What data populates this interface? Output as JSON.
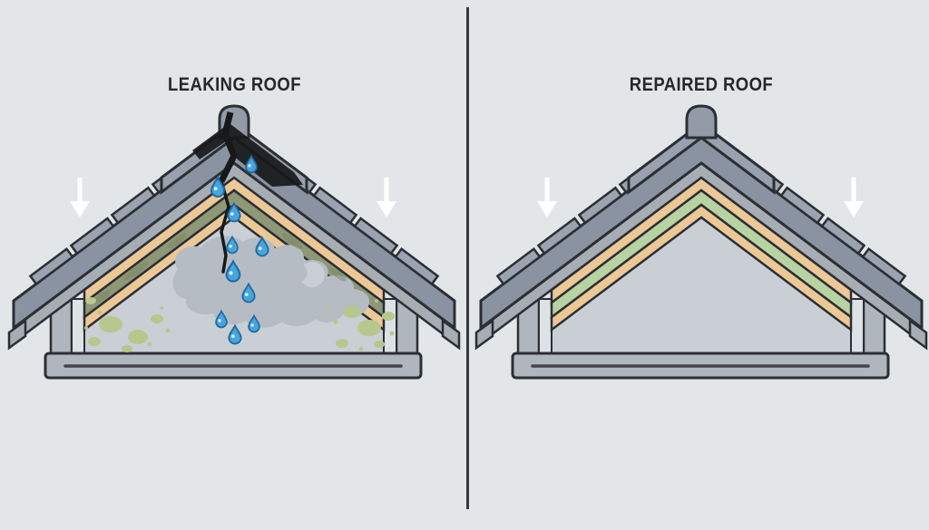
{
  "panels": {
    "leaking": {
      "title": "LEAKING ROOF"
    },
    "repaired": {
      "title": "REPAIRED ROOF"
    }
  },
  "icons": {
    "down_arrow": "down-arrow-icon",
    "crack": "ridge-crack",
    "water_drop": "water-drop",
    "mold": "mold-patch",
    "stain": "damp-stain"
  },
  "colors": {
    "background": "#e2e6e9",
    "divider": "#35393d",
    "roof_tiles": "#8a93a1",
    "tile_step": "#9aa3af",
    "ridge_cap": "#939ba8",
    "underlayment": "#a6adb5",
    "sheathing": "#edc897",
    "insulation_damaged": "#8e9877",
    "insulation_new": "#b8d3a1",
    "interior": "#c9cfd4",
    "frame": "#b0b6bd",
    "wall_inner": "#dde2e6",
    "water_drop": "#47a5dc",
    "mold": "#b7c78d",
    "stain": "#b6bcc3",
    "crack": "#17181a",
    "arrow": "#ffffff",
    "outline": "#2b2f34"
  }
}
